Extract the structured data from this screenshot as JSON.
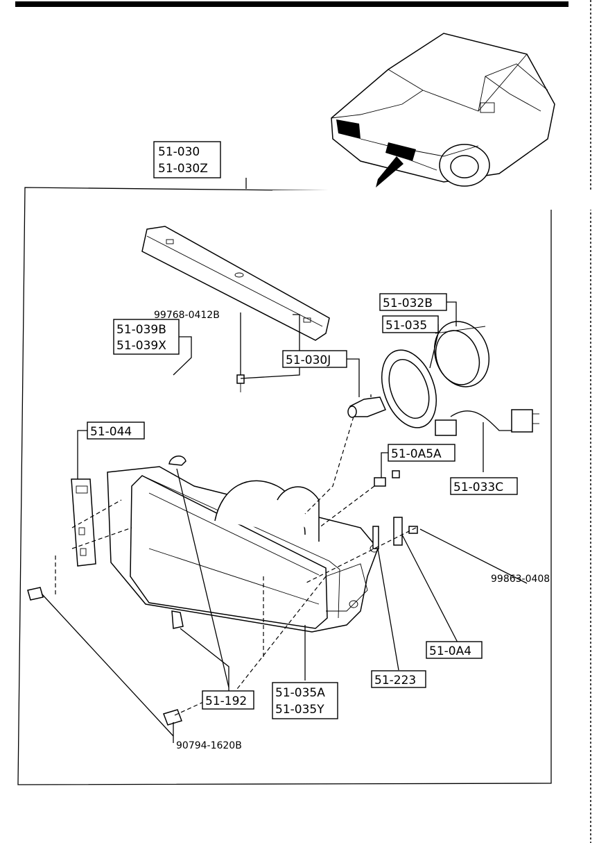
{
  "callouts": {
    "assembly_a": "51-030",
    "assembly_b": "51-030Z",
    "bolt_top": "99768-0412B",
    "bracket_a": "51-039B",
    "bracket_b": "51-039X",
    "bulb": "51-030J",
    "ring": "51-035",
    "cover": "51-032B",
    "socket": "51-033C",
    "side_bracket": "51-044",
    "clip": "51-0A5A",
    "screw_right": "99863-0408",
    "spring": "51-0A4",
    "adjuster": "51-223",
    "lens_a": "51-035A",
    "lens_b": "51-035Y",
    "retainer": "51-192",
    "bolt_bottom": "90794-1620B"
  }
}
